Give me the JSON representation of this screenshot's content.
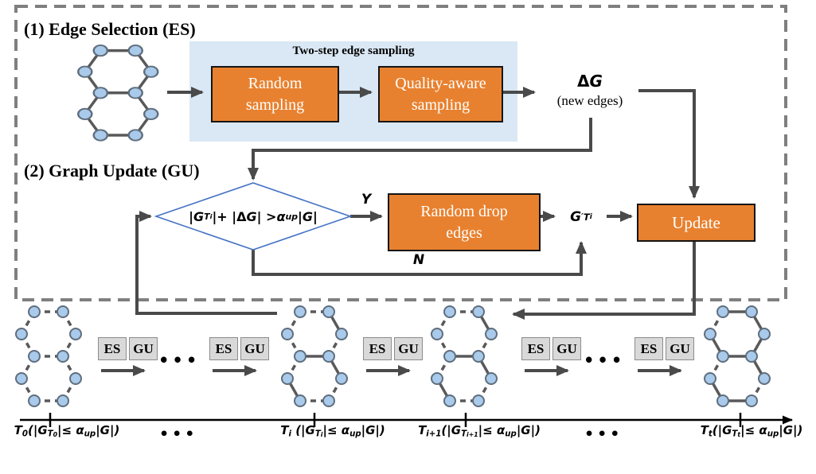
{
  "colors": {
    "orange": "#E8812F",
    "panel": "#DAE7F4",
    "nodefill": "#A9CAEA",
    "nodestroke": "#5F6E7E",
    "edge": "#595959",
    "arrow": "#4A4A4A",
    "dashborder": "#7F7F7F",
    "diamond": "#4472C4",
    "badgebg": "#D9D9D9",
    "badgeborder": "#8C8C8C",
    "ink": "#000000"
  },
  "figure": {
    "es": {
      "title": "(1) Edge Selection (ES)",
      "panel_title": "Two-step edge sampling",
      "random_box_lines": [
        "Random",
        "sampling"
      ],
      "quality_box_lines": [
        "Quality-aware",
        "sampling"
      ],
      "delta_g": [
        {
          "t": "Δ",
          "s": "up"
        },
        {
          "t": "G"
        }
      ],
      "delta_g_caption": "(new edges)"
    },
    "gu": {
      "title": "(2) Graph Update (GU)",
      "condition": [
        {
          "t": "|G"
        },
        {
          "t": "T",
          "s": "sub"
        },
        {
          "t": "i",
          "s": "subsub"
        },
        {
          "t": "|+ |"
        },
        {
          "t": "Δ",
          "s": "up"
        },
        {
          "t": "G"
        },
        {
          "t": "| > "
        },
        {
          "t": "α"
        },
        {
          "t": "up",
          "s": "sub"
        },
        {
          "t": "|G|"
        }
      ],
      "yes_label": "Y",
      "no_label": "N",
      "drop_box_lines": [
        "Random drop",
        "edges"
      ],
      "g_prime": [
        {
          "t": "G"
        },
        {
          "t": "′",
          "s": "sup"
        },
        {
          "t": "T",
          "s": "sub"
        },
        {
          "t": "i",
          "s": "subsub"
        }
      ],
      "update_box": "Update"
    },
    "timeline": {
      "badge_es": "ES",
      "badge_gu": "GU",
      "ellipsis": "•••",
      "labels": [
        {
          "segments": [
            {
              "t": "T"
            },
            {
              "t": "0",
              "s": "sub"
            },
            {
              "t": "(|G"
            },
            {
              "t": "T",
              "s": "sub"
            },
            {
              "t": "0",
              "s": "subsub"
            },
            {
              "t": "|≤ "
            },
            {
              "t": "α"
            },
            {
              "t": "up",
              "s": "sub"
            },
            {
              "t": "|G|)"
            }
          ]
        },
        {
          "segments": [
            {
              "t": "T"
            },
            {
              "t": "i",
              "s": "sub"
            },
            {
              "t": " (|G"
            },
            {
              "t": "T",
              "s": "sub"
            },
            {
              "t": "i",
              "s": "subsub"
            },
            {
              "t": "|≤ "
            },
            {
              "t": "α"
            },
            {
              "t": "up",
              "s": "sub"
            },
            {
              "t": "|G|)"
            }
          ]
        },
        {
          "segments": [
            {
              "t": "T"
            },
            {
              "t": "i+1",
              "s": "sub"
            },
            {
              "t": "(|G"
            },
            {
              "t": "T",
              "s": "sub"
            },
            {
              "t": "i+1",
              "s": "subsub"
            },
            {
              "t": "|≤ "
            },
            {
              "t": "α"
            },
            {
              "t": "up",
              "s": "sub"
            },
            {
              "t": "|G|)"
            }
          ]
        },
        {
          "segments": [
            {
              "t": "T"
            },
            {
              "t": "t",
              "s": "sub"
            },
            {
              "t": "(|G"
            },
            {
              "t": "T",
              "s": "sub"
            },
            {
              "t": "t",
              "s": "subsub"
            },
            {
              "t": "|≤ "
            },
            {
              "t": "α"
            },
            {
              "t": "up",
              "s": "sub"
            },
            {
              "t": "|G|)"
            }
          ]
        }
      ]
    }
  }
}
